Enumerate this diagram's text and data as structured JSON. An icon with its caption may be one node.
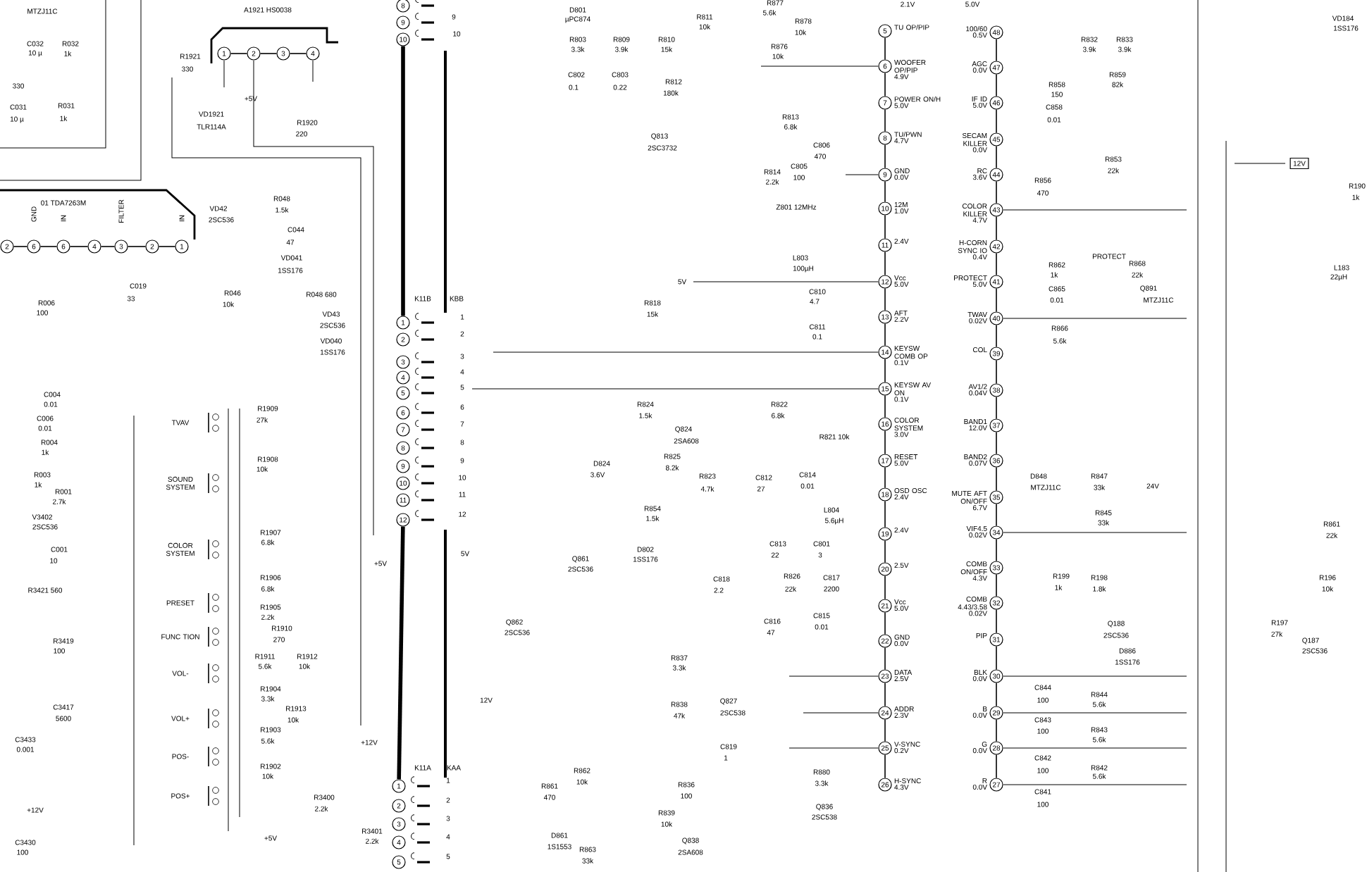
{
  "diagram": {
    "nodes": [
      {
        "text": [
          "5"
        ],
        "beside": [
          "TU OP/PIP"
        ]
      },
      {
        "text": [
          "6"
        ],
        "beside": [
          "WOOFER OP/PIP",
          "4.9V"
        ]
      },
      {
        "text": [
          "7"
        ],
        "beside": [
          "POWER ON/H",
          "5.0V"
        ]
      },
      {
        "text": [
          "8"
        ],
        "beside": [
          "TU/PWN",
          "4.7V"
        ]
      },
      {
        "text": [
          "9"
        ],
        "beside": [
          "GND",
          "0.0V"
        ]
      },
      {
        "text": [
          "10"
        ],
        "beside": [
          "12M",
          "1.0V"
        ]
      },
      {
        "text": [
          "11"
        ],
        "beside": [
          "2.4V"
        ]
      },
      {
        "text": [
          "12"
        ],
        "beside": [
          "Vcc",
          "5.0V"
        ]
      },
      {
        "text": [
          "13"
        ],
        "beside": [
          "AFT",
          "2.2V"
        ]
      },
      {
        "text": [
          "14"
        ],
        "beside": [
          "KEYSW COMB OP",
          "0.1V"
        ]
      },
      {
        "text": [
          "15"
        ],
        "beside": [
          "KEYSW AV ON",
          "0.1V"
        ]
      },
      {
        "text": [
          "16"
        ],
        "beside": [
          "COLOR SYSTEM",
          "3.0V"
        ]
      },
      {
        "text": [
          "17"
        ],
        "beside": [
          "RESET",
          "5.0V"
        ]
      },
      {
        "text": [
          "18"
        ],
        "beside": [
          "OSD OSC",
          "2.4V"
        ]
      },
      {
        "text": [
          "19"
        ],
        "beside": [
          "2.4V"
        ]
      },
      {
        "text": [
          "20"
        ],
        "beside": [
          "2.5V"
        ]
      },
      {
        "text": [
          "21"
        ],
        "beside": [
          "Vcc",
          "5.0V"
        ]
      },
      {
        "text": [
          "22"
        ],
        "beside": [
          "GND",
          "0.0V"
        ]
      },
      {
        "text": [
          "23"
        ],
        "beside": [
          "DATA",
          "2.5V"
        ]
      },
      {
        "text": [
          "24"
        ],
        "beside": [
          "ADDR",
          "2.3V"
        ]
      },
      {
        "text": [
          "25"
        ],
        "beside": [
          "V-SYNC",
          "0.2V"
        ]
      },
      {
        "text": [
          "26"
        ],
        "beside": [
          "H-SYNC",
          "4.3V"
        ]
      },
      {
        "text": [
          "48"
        ],
        "beside": [
          "100/60",
          "0.5V"
        ]
      },
      {
        "text": [
          "47"
        ],
        "beside": [
          "AGC",
          "0.0V"
        ]
      },
      {
        "text": [
          "46"
        ],
        "beside": [
          "IF ID",
          "5.0V"
        ]
      },
      {
        "text": [
          "45"
        ],
        "beside": [
          "SECAM KILLER",
          "0.0V"
        ]
      },
      {
        "text": [
          "44"
        ],
        "beside": [
          "RC",
          "3.6V"
        ]
      },
      {
        "text": [
          "43"
        ],
        "beside": [
          "COLOR KILLER",
          "4.7V"
        ]
      },
      {
        "text": [
          "42"
        ],
        "beside": [
          "H-CORN SYNC IO",
          "0.4V"
        ]
      },
      {
        "text": [
          "41"
        ],
        "beside": [
          "PROTECT",
          "5.0V"
        ]
      },
      {
        "text": [
          "40"
        ],
        "beside": [
          "TWAV",
          "0.02V"
        ]
      },
      {
        "text": [
          "39"
        ],
        "beside": [
          "COL"
        ]
      },
      {
        "text": [
          "38"
        ],
        "beside": [
          "AV1/2",
          "0.04V"
        ]
      },
      {
        "text": [
          "37"
        ],
        "beside": [
          "BAND1",
          "12.0V"
        ]
      },
      {
        "text": [
          "36"
        ],
        "beside": [
          "BAND2",
          "0.07V"
        ]
      },
      {
        "text": [
          "35"
        ],
        "beside": [
          "MUTE AFT ON/OFF",
          "6.7V"
        ]
      },
      {
        "text": [
          "34"
        ],
        "beside": [
          "VIF4.5",
          "0.02V"
        ]
      },
      {
        "text": [
          "33"
        ],
        "beside": [
          "COMB ON/OFF",
          "4.3V"
        ]
      },
      {
        "text": [
          "32"
        ],
        "beside": [
          "COMB 4.43/3.58",
          "0.02V"
        ]
      },
      {
        "text": [
          "31"
        ],
        "beside": [
          "PIP"
        ]
      },
      {
        "text": [
          "30"
        ],
        "beside": [
          "BLK",
          "0.0V"
        ]
      },
      {
        "text": [
          "29"
        ],
        "beside": [
          "B",
          "0.0V"
        ]
      },
      {
        "text": [
          "28"
        ],
        "beside": [
          "G",
          "0.0V"
        ]
      },
      {
        "text": [
          "27"
        ],
        "beside": [
          "R",
          "0.0V"
        ]
      },
      {
        "text": [
          "8"
        ]
      },
      {
        "text": [
          "9"
        ]
      },
      {
        "text": [
          "10"
        ]
      },
      {
        "text": [
          "1"
        ]
      },
      {
        "text": [
          "2"
        ]
      },
      {
        "text": [
          "3"
        ]
      },
      {
        "text": [
          "4"
        ]
      },
      {
        "text": [
          "5"
        ]
      },
      {
        "text": [
          "6"
        ]
      },
      {
        "text": [
          "7"
        ]
      },
      {
        "text": [
          "8"
        ]
      },
      {
        "text": [
          "9"
        ]
      },
      {
        "text": [
          "10"
        ]
      },
      {
        "text": [
          "11"
        ]
      },
      {
        "text": [
          "12"
        ]
      },
      {
        "text": [
          "1"
        ]
      },
      {
        "text": [
          "2"
        ]
      },
      {
        "text": [
          "3"
        ]
      },
      {
        "text": [
          "4"
        ]
      },
      {
        "text": [
          "5"
        ]
      },
      {
        "text": [
          "1"
        ]
      },
      {
        "text": [
          "2"
        ]
      },
      {
        "text": [
          "3"
        ]
      },
      {
        "text": [
          "4"
        ]
      },
      {
        "text": [
          "2"
        ]
      },
      {
        "text": [
          "6"
        ]
      },
      {
        "text": [
          "6"
        ]
      },
      {
        "text": [
          "4"
        ]
      },
      {
        "text": [
          "3"
        ]
      },
      {
        "text": [
          "2"
        ]
      },
      {
        "text": [
          "1"
        ]
      },
      {
        "text": [
          "TVAV"
        ]
      },
      {
        "text": [
          "SOUND SYSTEM"
        ]
      },
      {
        "text": [
          "COLOR SYSTEM"
        ]
      },
      {
        "text": [
          "PRESET"
        ]
      },
      {
        "text": [
          "FUNC TION"
        ]
      },
      {
        "text": [
          "VOL-"
        ]
      },
      {
        "text": [
          "VOL+"
        ]
      },
      {
        "text": [
          "POS-"
        ]
      },
      {
        "text": [
          "POS+"
        ]
      },
      {
        "text": [
          "12V"
        ]
      }
    ],
    "edges": [
      {
        "from": 46,
        "to": 47,
        "arrow": "none",
        "style": "thick"
      },
      {
        "from": 58,
        "to": 59,
        "arrow": "none",
        "style": "thick"
      },
      {
        "from": 0,
        "to": 1,
        "arrow": "none"
      },
      {
        "from": 1,
        "to": 2,
        "arrow": "none"
      },
      {
        "from": 2,
        "to": 3,
        "arrow": "none"
      },
      {
        "from": 3,
        "to": 4,
        "arrow": "none"
      },
      {
        "from": 4,
        "to": 5,
        "arrow": "none"
      },
      {
        "from": 5,
        "to": 6,
        "arrow": "none"
      },
      {
        "from": 6,
        "to": 7,
        "arrow": "none"
      },
      {
        "from": 7,
        "to": 8,
        "arrow": "none"
      },
      {
        "from": 8,
        "to": 9,
        "arrow": "none"
      },
      {
        "from": 9,
        "to": 10,
        "arrow": "none"
      },
      {
        "from": 10,
        "to": 11,
        "arrow": "none"
      },
      {
        "from": 11,
        "to": 12,
        "arrow": "none"
      },
      {
        "from": 12,
        "to": 13,
        "arrow": "none"
      },
      {
        "from": 13,
        "to": 14,
        "arrow": "none"
      },
      {
        "from": 14,
        "to": 15,
        "arrow": "none"
      },
      {
        "from": 15,
        "to": 16,
        "arrow": "none"
      },
      {
        "from": 16,
        "to": 17,
        "arrow": "none"
      },
      {
        "from": 17,
        "to": 18,
        "arrow": "none"
      },
      {
        "from": 18,
        "to": 19,
        "arrow": "none"
      },
      {
        "from": 19,
        "to": 20,
        "arrow": "none"
      },
      {
        "from": 20,
        "to": 21,
        "arrow": "none"
      },
      {
        "from": 22,
        "to": 23,
        "arrow": "none"
      },
      {
        "from": 23,
        "to": 24,
        "arrow": "none"
      },
      {
        "from": 24,
        "to": 25,
        "arrow": "none"
      },
      {
        "from": 25,
        "to": 26,
        "arrow": "none"
      },
      {
        "from": 26,
        "to": 27,
        "arrow": "none"
      },
      {
        "from": 27,
        "to": 28,
        "arrow": "none"
      },
      {
        "from": 28,
        "to": 29,
        "arrow": "none"
      },
      {
        "from": 29,
        "to": 30,
        "arrow": "none"
      },
      {
        "from": 30,
        "to": 31,
        "arrow": "none"
      },
      {
        "from": 31,
        "to": 32,
        "arrow": "none"
      },
      {
        "from": 32,
        "to": 33,
        "arrow": "none"
      },
      {
        "from": 33,
        "to": 34,
        "arrow": "none"
      },
      {
        "from": 34,
        "to": 35,
        "arrow": "none"
      },
      {
        "from": 35,
        "to": 36,
        "arrow": "none"
      },
      {
        "from": 36,
        "to": 37,
        "arrow": "none"
      },
      {
        "from": 37,
        "to": 38,
        "arrow": "none"
      },
      {
        "from": 38,
        "to": 39,
        "arrow": "none"
      },
      {
        "from": 39,
        "to": 40,
        "arrow": "none"
      },
      {
        "from": 40,
        "to": 41,
        "arrow": "none"
      },
      {
        "from": 41,
        "to": 42,
        "arrow": "none"
      },
      {
        "from": 42,
        "to": 43,
        "arrow": "none"
      },
      {
        "from": 64,
        "to": 65,
        "arrow": "none"
      },
      {
        "from": 65,
        "to": 66,
        "arrow": "none"
      },
      {
        "from": 66,
        "to": 67,
        "arrow": "none"
      },
      {
        "from": 68,
        "to": 69,
        "arrow": "none"
      },
      {
        "from": 69,
        "to": 70,
        "arrow": "none"
      },
      {
        "from": 70,
        "to": 71,
        "arrow": "none"
      },
      {
        "from": 71,
        "to": 72,
        "arrow": "none"
      },
      {
        "from": 72,
        "to": 73,
        "arrow": "none"
      },
      {
        "from": 73,
        "to": 74,
        "arrow": "none"
      }
    ],
    "labels": [
      "MTZJ11C",
      "C032",
      "10 µ",
      "R032",
      "1k",
      "330",
      "C031",
      "10 µ",
      "R031",
      "1k",
      "A1921 HS0038",
      "R1921",
      "330",
      "+5V",
      "VD1921",
      "TLR114A",
      "R1920",
      "220",
      "01 TDA7263M",
      "GND",
      "IN",
      "FILTER",
      "IN",
      "C019",
      "33",
      "R006",
      "100",
      "VD42",
      "2SC536",
      "R048",
      "1.5k",
      "C044",
      "47",
      "VD041",
      "1SS176",
      "R046",
      "10k",
      "R048 680",
      "VD43",
      "2SC536",
      "VD040",
      "1SS176",
      "C004",
      "0.01",
      "C006",
      "0.01",
      "R004",
      "1k",
      "R003",
      "1k",
      "R001",
      "2.7k",
      "V3402",
      "2SC536",
      "C001",
      "10",
      "R3421 560",
      "R3419",
      "100",
      "C3417",
      "5600",
      "C3433",
      "0.001",
      "+12V",
      "C3430",
      "100",
      "R1909",
      "27k",
      "R1908",
      "10k",
      "R1907",
      "6.8k",
      "R1906",
      "6.8k",
      "R1905",
      "2.2k",
      "R1910",
      "270",
      "R1911",
      "5.6k",
      "R1912",
      "10k",
      "R1904",
      "3.3k",
      "R1913",
      "10k",
      "R1903",
      "5.6k",
      "R1902",
      "10k",
      "+5V",
      "+12V",
      "R3400",
      "2.2k",
      "R3401",
      "2.2k",
      "K11B",
      "KBB",
      "9",
      "10",
      "1",
      "2",
      "3",
      "4",
      "5",
      "6",
      "7",
      "8",
      "9",
      "10",
      "11",
      "12",
      "+5V",
      "5V",
      "K11A",
      "KAA",
      "1",
      "2",
      "3",
      "4",
      "5",
      "D801",
      "µPC874",
      "R811",
      "10k",
      "R803",
      "3.3k",
      "R809",
      "3.9k",
      "R810",
      "15k",
      "C802",
      "0.1",
      "C803",
      "0.22",
      "R812",
      "180k",
      "Q813",
      "2SC3732",
      "R877",
      "5.6k",
      "R878",
      "10k",
      "R876",
      "10k",
      "R813",
      "6.8k",
      "C806",
      "470",
      "C805",
      "100",
      "R814",
      "2.2k",
      "Z801 12MHz",
      "L803",
      "100µH",
      "5V",
      "C810",
      "4.7",
      "C811",
      "0.1",
      "R818",
      "15k",
      "R824",
      "1.5k",
      "R822",
      "6.8k",
      "R821 10k",
      "Q824",
      "2SA608",
      "R825",
      "8.2k",
      "D824",
      "3.6V",
      "R823",
      "4.7k",
      "C812",
      "27",
      "C814",
      "0.01",
      "L804",
      "5.6µH",
      "R854",
      "1.5k",
      "Q861",
      "2SC536",
      "D802",
      "1SS176",
      "Q862",
      "2SC536",
      "C818",
      "2.2",
      "C813",
      "22",
      "C801",
      "3",
      "R826",
      "22k",
      "C817",
      "2200",
      "C816",
      "47",
      "C815",
      "0.01",
      "R837",
      "3.3k",
      "R838",
      "47k",
      "Q827",
      "2SC538",
      "C819",
      "1",
      "12V",
      "R862",
      "10k",
      "R861",
      "470",
      "R836",
      "100",
      "R839",
      "10k",
      "D861",
      "1S1553",
      "R863",
      "33k",
      "Q838",
      "2SA608",
      "R880",
      "3.3k",
      "Q836",
      "2SC538",
      "2.1V",
      "5.0V",
      "R832",
      "3.9k",
      "R833",
      "3.9k",
      "R858",
      "150",
      "R859",
      "82k",
      "C858",
      "0.01",
      "R853",
      "22k",
      "R856",
      "470",
      "PROTECT",
      "R862",
      "1k",
      "R868",
      "22k",
      "C865",
      "0.01",
      "Q891",
      "MTZJ11C",
      "R866",
      "5.6k",
      "VD184",
      "1SS176",
      "R190",
      "1k",
      "L183",
      "22µH",
      "D848",
      "MTZJ11C",
      "R847",
      "33k",
      "24V",
      "R845",
      "33k",
      "R199",
      "1k",
      "R198",
      "1.8k",
      "Q188",
      "2SC536",
      "D886",
      "1SS176",
      "R197",
      "27k",
      "Q187",
      "2SC536",
      "R196",
      "10k",
      "R861",
      "22k",
      "C844",
      "100",
      "R844",
      "5.6k",
      "C843",
      "100",
      "R843",
      "5.6k",
      "C842",
      "100",
      "R842",
      "5.6k",
      "C841",
      "100"
    ]
  }
}
